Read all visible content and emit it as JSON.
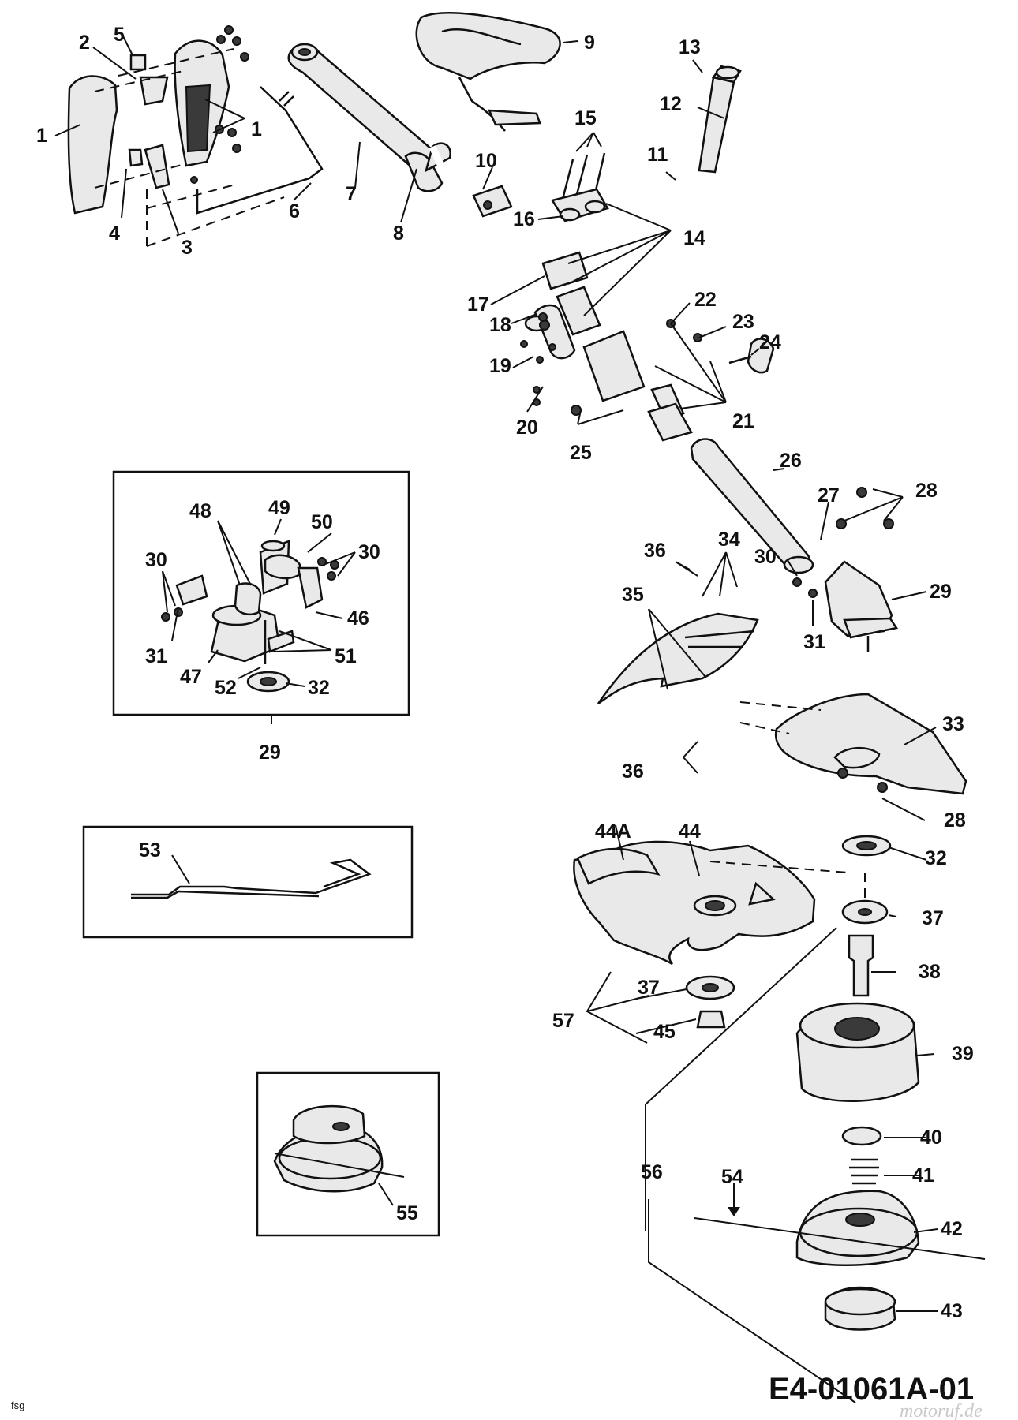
{
  "diagram": {
    "drawing_code": "E4-01061A-01",
    "corner_mark": "fsg",
    "watermark": "motoruf.de",
    "labels": [
      "1",
      "1",
      "2",
      "3",
      "4",
      "5",
      "6",
      "7",
      "8",
      "9",
      "10",
      "11",
      "12",
      "13",
      "14",
      "15",
      "16",
      "17",
      "18",
      "19",
      "20",
      "21",
      "22",
      "23",
      "24",
      "25",
      "26",
      "27",
      "28",
      "28",
      "29",
      "29",
      "30",
      "30",
      "30",
      "31",
      "31",
      "32",
      "32",
      "33",
      "34",
      "35",
      "36",
      "36",
      "37",
      "37",
      "38",
      "39",
      "40",
      "41",
      "42",
      "43",
      "44",
      "44A",
      "45",
      "46",
      "47",
      "48",
      "49",
      "50",
      "51",
      "52",
      "53",
      "54",
      "55",
      "56",
      "57"
    ]
  }
}
